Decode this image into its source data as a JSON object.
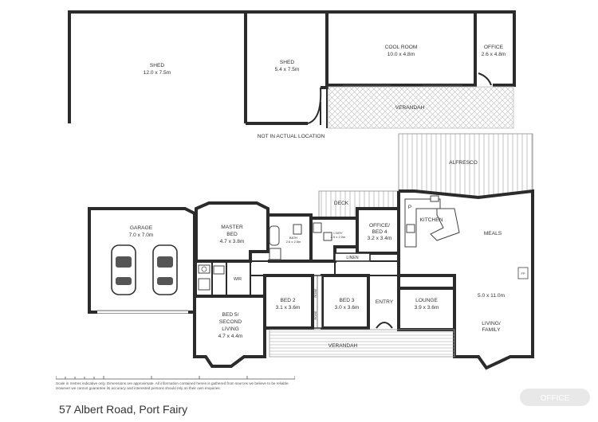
{
  "rooms": {
    "shed_large": {
      "name": "SHED",
      "dims": "12.0 x 7.5m"
    },
    "shed_small": {
      "name": "SHED",
      "dims": "5.4 x 7.5m"
    },
    "cool_room": {
      "name": "COOL ROOM",
      "dims": "10.0 x 4.8m"
    },
    "office_out": {
      "name": "OFFICE",
      "dims": "2.6 x 4.8m"
    },
    "verandah_top": {
      "name": "VERANDAH"
    },
    "not_actual": "NOT IN ACTUAL LOCATION",
    "alfresco": {
      "name": "ALFRESCO"
    },
    "deck": {
      "name": "DECK"
    },
    "garage": {
      "name": "GARAGE",
      "dims": "7.0 x 7.0m"
    },
    "master": {
      "name1": "MASTER",
      "name2": "BED",
      "dims": "4.7 x 3.8m"
    },
    "bath": {
      "name": "BATH",
      "dims": "2.6 x 2.5m"
    },
    "ldry": {
      "name": "L'DRY",
      "dims": "2.5 x 2.0m"
    },
    "office_bed4": {
      "name1": "OFFICE/",
      "name2": "BED 4",
      "dims": "3.2 x 3.4m"
    },
    "kitchen": {
      "name": "KITCHEN"
    },
    "pantry": {
      "name": "P"
    },
    "meals": {
      "name": "MEALS"
    },
    "living": {
      "dims": "5.0 x 11.0m",
      "name1": "LIVING/",
      "name2": "FAMILY"
    },
    "fp": "FP",
    "linen": {
      "name": "LINEN"
    },
    "wir": {
      "name": "WIR"
    },
    "bed2": {
      "name": "BED 2",
      "dims": "3.1 x 3.6m"
    },
    "bed3": {
      "name": "BED 3",
      "dims": "3.0 x 3.6m"
    },
    "robe1": "ROBE",
    "robe2": "ROBE",
    "entry": {
      "name": "ENTRY"
    },
    "lounge": {
      "name": "LOUNGE",
      "dims": "3.9 x 3.6m"
    },
    "bed5": {
      "name1": "BED 5/",
      "name2": "SECOND",
      "name3": "LIVING",
      "dims": "4.7 x 4.4m"
    },
    "verandah_front": {
      "name": "VERANDAH"
    }
  },
  "footer": {
    "disclaimer": "Scale in metres indicative only. Dimensions are approximate. All information contained herein is gathered from sources we believe to be reliable. However we cannot guarantee its accuracy and interested persons should rely on their own enquiries.",
    "address": "57 Albert Road, Port Fairy",
    "logo_text": "OFFICE"
  },
  "colors": {
    "wall": "#2b2b2b",
    "label": "#333333",
    "verandah_hatch": "#bbbbbb",
    "alfresco_hatch": "#999999"
  }
}
